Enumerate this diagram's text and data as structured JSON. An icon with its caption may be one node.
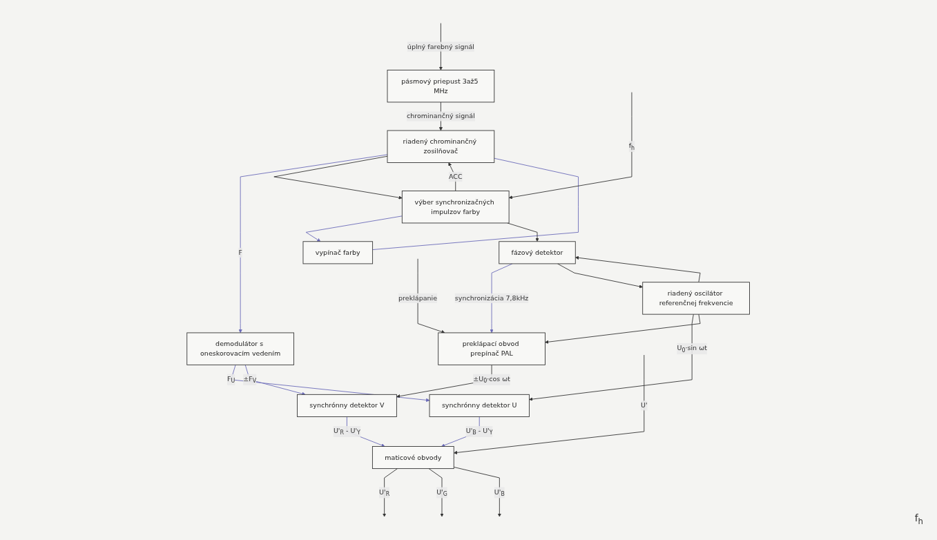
{
  "diagram": {
    "nodes": [
      {
        "text": [
          "pásmový priepust 3až5 MHz"
        ]
      },
      {
        "text": [
          "vypínač farby"
        ]
      },
      {
        "text": [
          "riadený chrominančný zosilňovač"
        ]
      },
      {
        "text": [
          "demodulátor s oneskorovacím vedením"
        ]
      },
      {
        "text": [
          "synchrónny detektor U"
        ]
      },
      {
        "text": [
          "maticové obvody"
        ]
      },
      {
        "text": [
          "synchrónny detektor V"
        ]
      },
      {
        "text": [
          "výber synchronizačných impulzov farby"
        ]
      },
      {
        "text": [
          "preklápací obvod prepínač PAL"
        ]
      },
      {
        "text": [
          "fázový detektor"
        ]
      },
      {
        "text": [
          "riadený oscilátor referenčnej frekvencie"
        ]
      }
    ],
    "edges": [
      {
        "from": null,
        "to": 0,
        "arrow": "to",
        "label": "úplný farebný signál"
      },
      {
        "from": 0,
        "to": 2,
        "arrow": "to",
        "label": "chrominančný signál"
      },
      {
        "from": 1,
        "to": 2,
        "arrow": "none",
        "color": "#6a6ab8"
      },
      {
        "from": 2,
        "to": 3,
        "arrow": "to",
        "label": "F",
        "color": "#6a6ab8"
      },
      {
        "from": 3,
        "to": 4,
        "arrow": "to",
        "label": "F$_{U}$",
        "color": "#6a6ab8"
      },
      {
        "from": 3,
        "to": 6,
        "arrow": "to",
        "label": "±F$_{V}$",
        "color": "#6a6ab8"
      },
      {
        "from": 4,
        "to": 5,
        "arrow": "to",
        "label": "U'$_{B}$ - U'$_{Y}$",
        "color": "#6a6ab8"
      },
      {
        "from": null,
        "to": 5,
        "arrow": "to",
        "label": "U'"
      },
      {
        "from": 6,
        "to": 5,
        "arrow": "to",
        "label": "U'$_{R}$ - U'$_{Y}$",
        "color": "#6a6ab8"
      },
      {
        "from": 5,
        "to": null,
        "arrow": "to",
        "label": "U'$_{R}$"
      },
      {
        "from": 5,
        "to": null,
        "arrow": "to",
        "label": "U'$_{G}$"
      },
      {
        "from": 5,
        "to": null,
        "arrow": "to",
        "label": "U'$_{B}$"
      },
      {
        "from": 7,
        "to": 2,
        "arrow": "to",
        "label": "ACC"
      },
      {
        "from": 2,
        "to": 7,
        "arrow": "to"
      },
      {
        "from": 7,
        "to": 1,
        "arrow": "to",
        "color": "#6a6ab8"
      },
      {
        "from": null,
        "to": 7,
        "arrow": "to",
        "label": "f$_{h}$"
      },
      {
        "from": 7,
        "to": 9,
        "arrow": "to"
      },
      {
        "from": 10,
        "to": 4,
        "arrow": "to",
        "label": "U$_{0}$·sin ωt"
      },
      {
        "from": 8,
        "to": 6,
        "arrow": "to",
        "label": "±U$_{0}$·cos ωt"
      },
      {
        "from": null,
        "to": 8,
        "arrow": "to",
        "label": "preklápanie"
      },
      {
        "from": 9,
        "to": 8,
        "arrow": "to",
        "label": "synchronizácia 7,8kHz",
        "color": "#6a6ab8"
      },
      {
        "from": 10,
        "to": 8,
        "arrow": "to"
      },
      {
        "from": 10,
        "to": 9,
        "arrow": "to"
      },
      {
        "from": 9,
        "to": 10,
        "arrow": "to"
      }
    ],
    "labels": [
      "f$_{h}$"
    ]
  }
}
